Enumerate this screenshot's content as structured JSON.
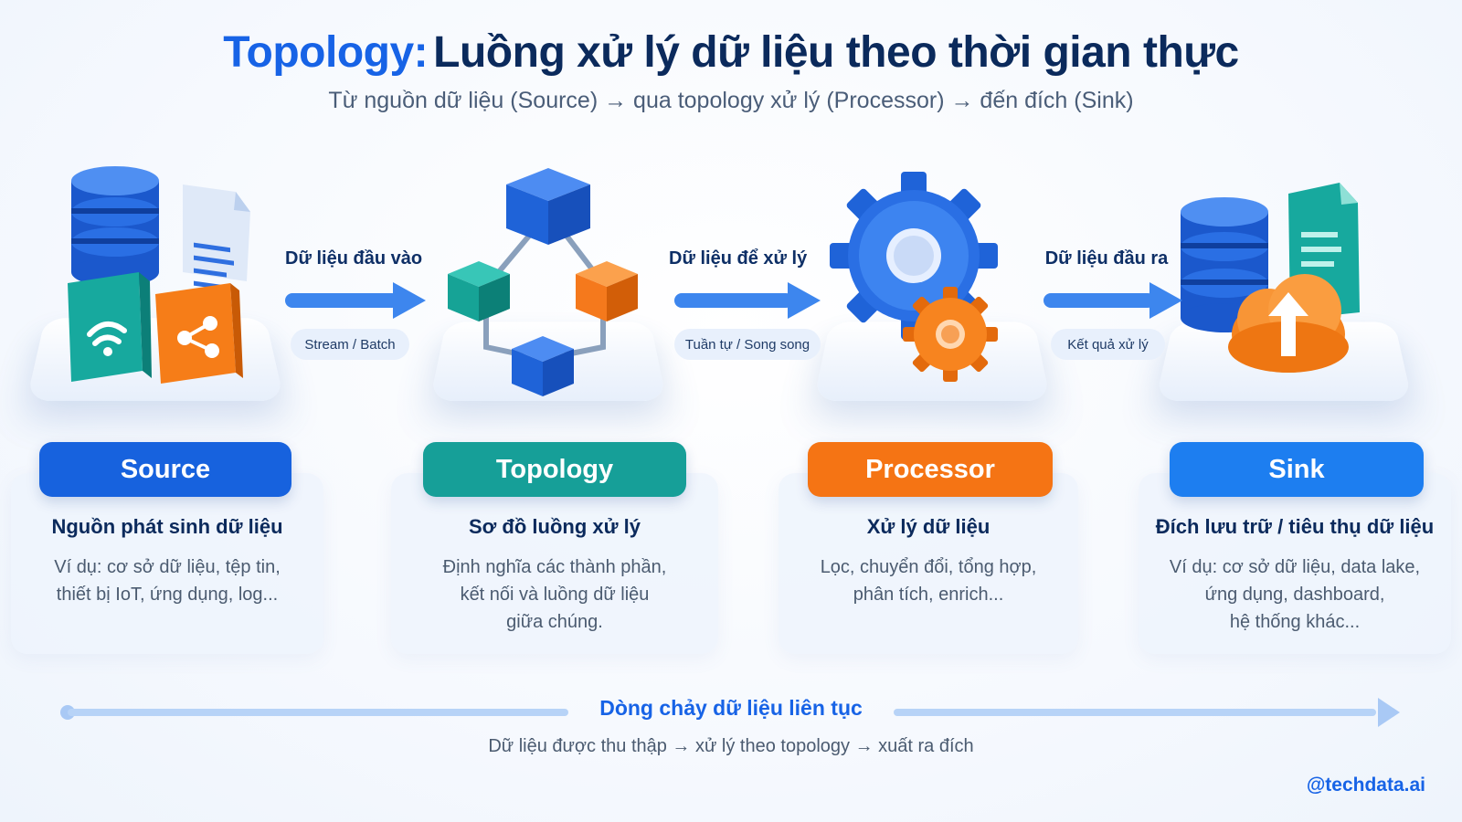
{
  "header": {
    "title_accent": "Topology:",
    "title_rest": "Luồng xử lý dữ liệu theo thời gian thực",
    "subtitle": "Từ nguồn dữ liệu (Source) → qua topology xử lý (Processor) → đến đích (Sink)"
  },
  "connectors": [
    {
      "label": "Dữ liệu đầu vào",
      "pill": "Stream / Batch"
    },
    {
      "label": "Dữ liệu để xử lý",
      "pill": "Tuần tự / Song song"
    },
    {
      "label": "Dữ liệu đầu ra",
      "pill": "Kết quả xử lý"
    }
  ],
  "stages": [
    {
      "badge": "Source",
      "heading": "Nguồn phát sinh dữ liệu",
      "lines": [
        "Ví dụ: cơ sở dữ liệu, tệp tin,",
        "thiết bị IoT, ứng dụng, log..."
      ],
      "color": "#1762de"
    },
    {
      "badge": "Topology",
      "heading": "Sơ đồ luồng xử lý",
      "lines": [
        "Định nghĩa các thành phần,",
        "kết nối và luồng dữ liệu",
        "giữa chúng."
      ],
      "color": "#169f98"
    },
    {
      "badge": "Processor",
      "heading": "Xử lý dữ liệu",
      "lines": [
        "Lọc, chuyển đổi, tổng hợp,",
        "phân tích, enrich..."
      ],
      "color": "#f57414"
    },
    {
      "badge": "Sink",
      "heading": "Đích lưu trữ / tiêu thụ dữ liệu",
      "lines": [
        "Ví dụ: cơ sở dữ liệu, data lake,",
        "ứng dụng, dashboard,",
        "hệ thống khác..."
      ],
      "color": "#1d7ef0"
    }
  ],
  "flow": {
    "title": "Dòng chảy dữ liệu liên tục",
    "subtitle": "Dữ liệu được thu thập → xử lý theo topology → xuất ra đích"
  },
  "handle": "@techdata.ai",
  "colors": {
    "primary_blue": "#1763e6",
    "navy": "#0b2a5c",
    "teal": "#169f98",
    "orange": "#f57414",
    "arrow_blue": "#3d86ee"
  }
}
